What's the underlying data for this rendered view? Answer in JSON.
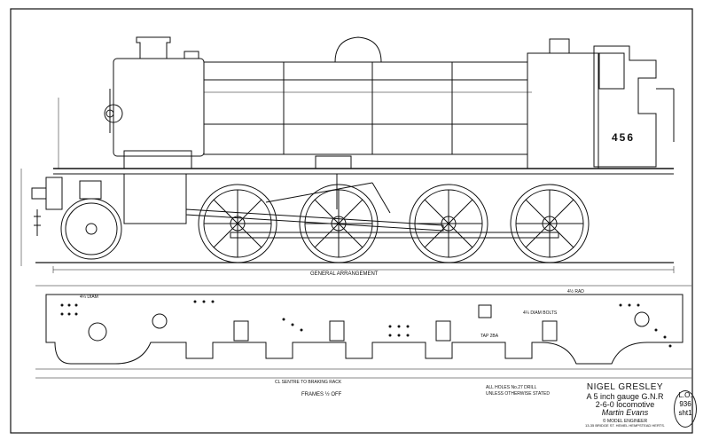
{
  "drawing": {
    "view_titles": {
      "general_arrangement": "GENERAL ARRANGEMENT",
      "frames": "FRAMES ½ OFF"
    },
    "loco_number": "456",
    "notes": [
      "ALL HOLES No.27 DRILL",
      "UNLESS OTHERWISE STATED"
    ],
    "small_notes": [
      "4¼ DIAM BOLTS",
      "4¼ DIAM",
      "TAP 2BA",
      "CL SENTRE TO BRAKING RACK",
      "4½ RAD"
    ]
  },
  "title_block": {
    "series": "NIGEL GRESLEY",
    "line1": "A 5 inch gauge G.N.R",
    "line2": "2-6-0 locomotive",
    "designer": "Martin Evans",
    "copyright": "© MODEL ENGINEER",
    "address": "13-35 BRIDGE ST. HEMEL HEMPSTEAD HERTS."
  },
  "sheet_ref": {
    "prefix": "L.O.",
    "number": "936",
    "sheet": "sht1"
  },
  "colors": {
    "paper": "#ffffff",
    "ink": "#111111"
  }
}
